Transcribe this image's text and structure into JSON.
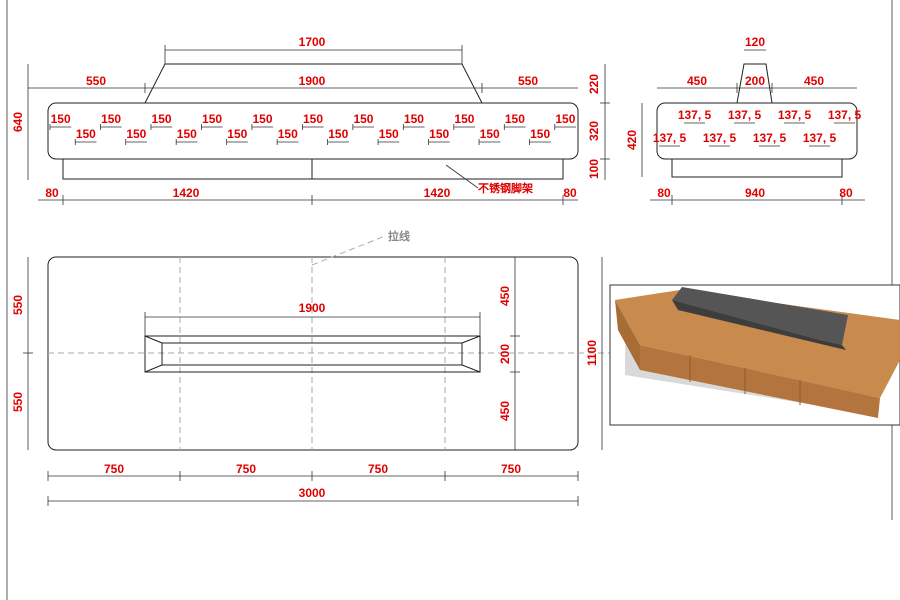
{
  "front_view": {
    "top_width": "1700",
    "left_top": "550",
    "center_top": "1900",
    "right_top": "550",
    "height_total": "640",
    "h_back": "220",
    "h_seat": "320",
    "h_base": "100",
    "segment": "150",
    "bottom_left": "80",
    "bottom_mid1": "1420",
    "bottom_mid2": "1420",
    "bottom_right": "80",
    "leg_note": "不锈钢脚架"
  },
  "side_view": {
    "top": "120",
    "left": "450",
    "mid": "200",
    "right": "450",
    "height": "420",
    "segment": "137, 5",
    "bottom_left": "80",
    "bottom_mid": "940",
    "bottom_right": "80"
  },
  "plan_view": {
    "pull_line": "拉线",
    "inner_width": "1900",
    "left_top": "550",
    "left_bottom": "550",
    "right_top": "450",
    "right_mid": "200",
    "right_bottom": "450",
    "depth": "1100",
    "bottom_1": "750",
    "bottom_2": "750",
    "bottom_3": "750",
    "bottom_4": "750",
    "total": "3000"
  }
}
